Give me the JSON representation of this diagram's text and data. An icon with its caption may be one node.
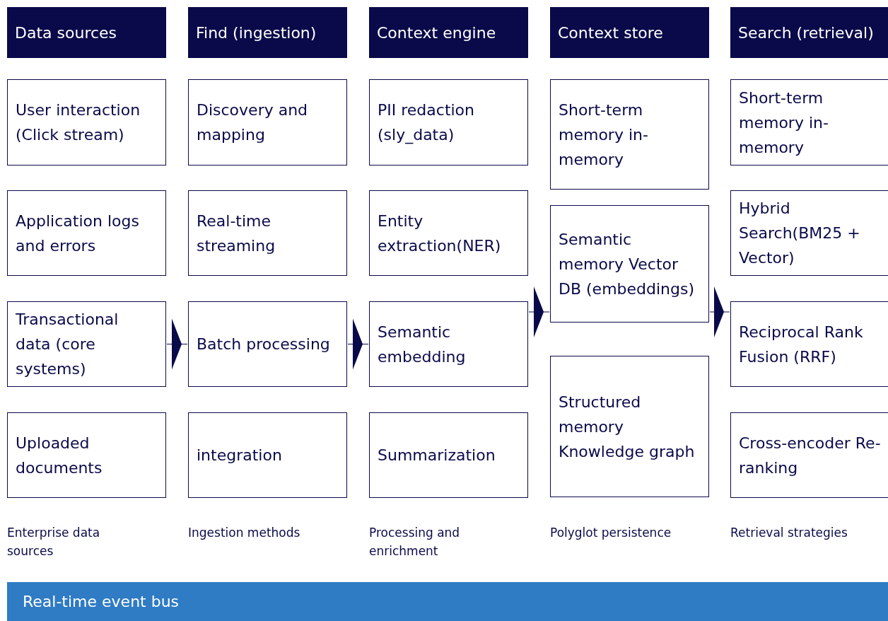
{
  "diagram": {
    "nodes": [
      {
        "text": [
          "Data sources"
        ]
      },
      {
        "text": [
          "Find (ingestion)"
        ]
      },
      {
        "text": [
          "Context engine"
        ]
      },
      {
        "text": [
          "Context store"
        ]
      },
      {
        "text": [
          "Search (retrieval)"
        ]
      },
      {
        "text": [
          "User interaction (Click stream)"
        ]
      },
      {
        "text": [
          "Discovery and mapping"
        ]
      },
      {
        "text": [
          "PII redaction (sly_data)"
        ]
      },
      {
        "text": [
          "Short-term memory in-memory"
        ]
      },
      {
        "text": [
          "Short-term memory in-memory"
        ]
      },
      {
        "text": [
          "Application logs and errors"
        ]
      },
      {
        "text": [
          "Real-time streaming"
        ]
      },
      {
        "text": [
          "Entity extraction(NER)"
        ]
      },
      {
        "text": [
          "Semantic memory Vector DB (embeddings)"
        ]
      },
      {
        "text": [
          "Hybrid Search(BM25 + Vector)"
        ]
      },
      {
        "text": [
          "Transactional data (core systems)"
        ]
      },
      {
        "text": [
          "Batch processing"
        ]
      },
      {
        "text": [
          "Semantic embedding"
        ]
      },
      {
        "text": [
          "Reciprocal Rank Fusion (RRF)"
        ]
      },
      {
        "text": [
          "Uploaded documents"
        ]
      },
      {
        "text": [
          "integration"
        ]
      },
      {
        "text": [
          "Summarization"
        ]
      },
      {
        "text": [
          "Structured memory Knowledge graph"
        ]
      },
      {
        "text": [
          "Cross-encoder Re-ranking"
        ]
      },
      {
        "text": [
          "Real-time event bus"
        ]
      }
    ],
    "edges": [
      {
        "from": 15,
        "to": 16,
        "arrow": "to"
      },
      {
        "from": 16,
        "to": 17,
        "arrow": "to"
      },
      {
        "from": 17,
        "to": 13,
        "arrow": "to"
      },
      {
        "from": 13,
        "to": 18,
        "arrow": "to"
      }
    ],
    "labels": [
      "Enterprise data sources",
      "Ingestion methods",
      "Processing and enrichment",
      "Polyglot persistence",
      "Retrieval strategies"
    ]
  }
}
